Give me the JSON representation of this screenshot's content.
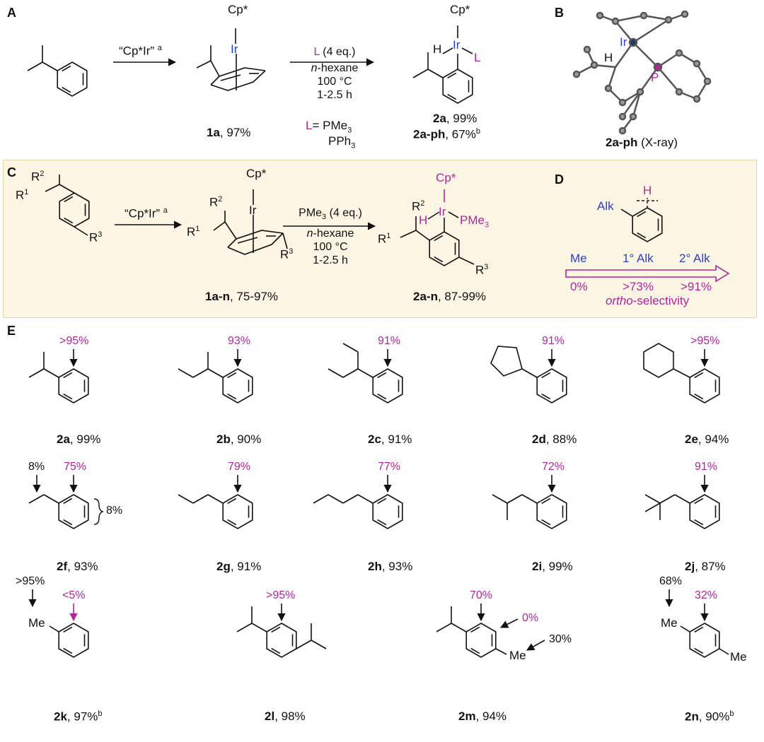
{
  "panels": {
    "A": "A",
    "B": "B",
    "C": "C",
    "D": "D",
    "E": "E"
  },
  "panel_a": {
    "reagent1": "“Cp*Ir”",
    "reagent1_sup": "a",
    "cp_star": "Cp*",
    "ir": "Ir",
    "h": "H",
    "l": "L",
    "ligand": "L",
    "ligand_eq": "(4 eq.)",
    "solvent_prefix": "n",
    "solvent_rest": "-hexane",
    "temp": "100 °C",
    "time": "1-2.5 h",
    "ligand_def": "L",
    "ligand_def_rest": "= PMe",
    "ligand_def_sub": "3",
    "ligand_alt": "PPh",
    "ligand_alt_sub": "3",
    "cmpd1": "1a",
    "cmpd1_yield": ", 97%",
    "cmpd2": "2a",
    "cmpd2_yield": ", 99%",
    "cmpd3": "2a-ph",
    "cmpd3_yield": ", 67%",
    "cmpd3_sup": "b"
  },
  "panel_b": {
    "ir": "Ir",
    "h": "H",
    "p": "P",
    "caption_bold": "2a-ph",
    "caption_rest": " (X-ray)"
  },
  "panel_c": {
    "r1": "R",
    "r1_sup": "1",
    "r2": "R",
    "r2_sup": "2",
    "r3": "R",
    "r3_sup": "3",
    "reagent1": "“Cp*Ir”",
    "reagent1_sup": "a",
    "cp_star": "Cp*",
    "ir": "Ir",
    "h": "H",
    "pme3": "PMe",
    "pme3_sub": "3",
    "reagent2": "PMe",
    "reagent2_sub": "3",
    "reagent2_eq": " (4 eq.)",
    "solvent_prefix": "n",
    "solvent_rest": "-hexane",
    "temp": "100 °C",
    "time": "1-2.5 h",
    "cmpd1": "1a-n",
    "cmpd1_yield": ", 75-97%",
    "cmpd2": "2a-n",
    "cmpd2_yield": ", 87-99%"
  },
  "panel_d": {
    "h": "H",
    "alk": "Alk",
    "cat1": "Me",
    "cat2": "1° Alk",
    "cat3": "2° Alk",
    "val1": "0%",
    "val2": ">73%",
    "val3": ">91%",
    "caption_italic": "ortho",
    "caption_rest": "-selectivity"
  },
  "panel_e": [
    {
      "id": "2a",
      "yield": ", 99%",
      "pct": ">95%"
    },
    {
      "id": "2b",
      "yield": ", 90%",
      "pct": "93%"
    },
    {
      "id": "2c",
      "yield": ", 91%",
      "pct": "91%"
    },
    {
      "id": "2d",
      "yield": ", 88%",
      "pct": "91%"
    },
    {
      "id": "2e",
      "yield": ", 94%",
      "pct": ">95%"
    },
    {
      "id": "2f",
      "yield": ", 93%",
      "pct": "75%",
      "pct_alkyl": "8%",
      "pct_ring": "8%"
    },
    {
      "id": "2g",
      "yield": ", 91%",
      "pct": "79%"
    },
    {
      "id": "2h",
      "yield": ", 93%",
      "pct": "77%"
    },
    {
      "id": "2i",
      "yield": ", 99%",
      "pct": "72%"
    },
    {
      "id": "2j",
      "yield": ", 87%",
      "pct": "91%"
    },
    {
      "id": "2k",
      "yield": ", 97%",
      "sup": "b",
      "pct": "<5%",
      "pct_me": ">95%",
      "me": "Me"
    },
    {
      "id": "2l",
      "yield": ", 98%",
      "pct": ">95%"
    },
    {
      "id": "2m",
      "yield": ", 94%",
      "pct": "70%",
      "pct_meta": "0%",
      "pct_me": "30%",
      "me": "Me"
    },
    {
      "id": "2n",
      "yield": ", 90%",
      "sup": "b",
      "pct": "32%",
      "pct_me": "68%",
      "me": "Me",
      "me2": "Me"
    }
  ]
}
